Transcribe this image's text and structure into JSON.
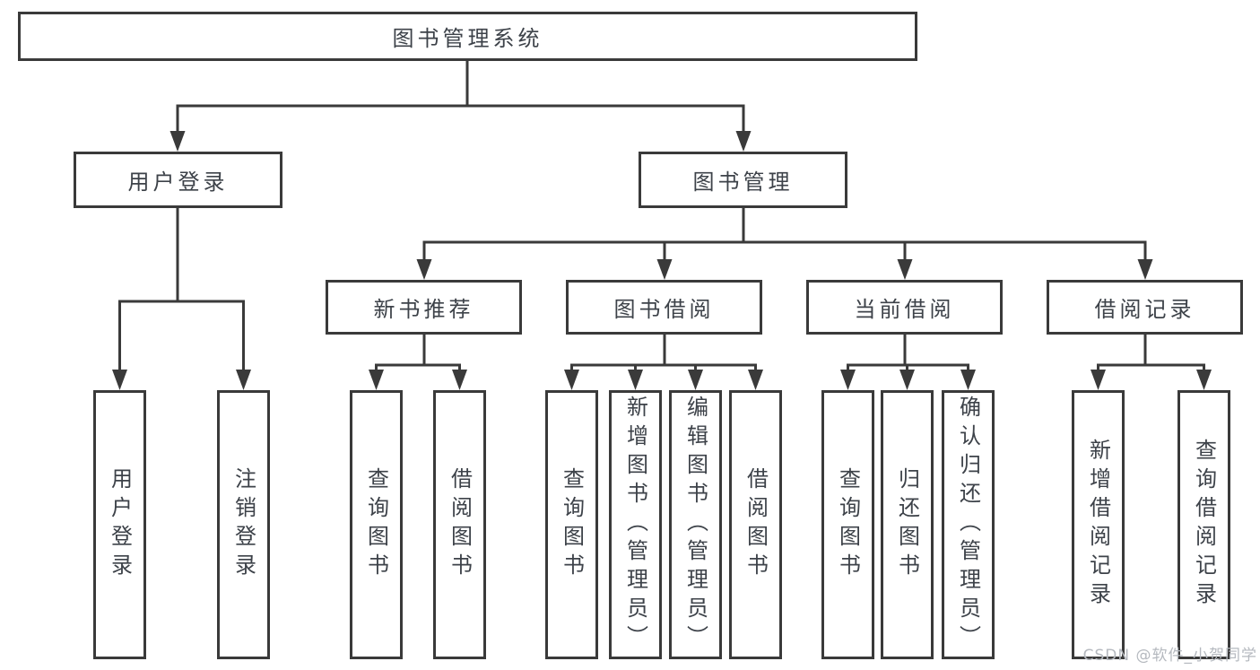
{
  "tree": {
    "label": "图书管理系统",
    "children": [
      {
        "label": "用户登录",
        "children": [
          {
            "label": "用户登录"
          },
          {
            "label": "注销登录"
          }
        ]
      },
      {
        "label": "图书管理",
        "children": [
          {
            "label": "新书推荐",
            "children": [
              {
                "label": "查询图书"
              },
              {
                "label": "借阅图书"
              }
            ]
          },
          {
            "label": "图书借阅",
            "children": [
              {
                "label": "查询图书"
              },
              {
                "label": "新增图书（管理员）"
              },
              {
                "label": "编辑图书（管理员）"
              },
              {
                "label": "借阅图书"
              }
            ]
          },
          {
            "label": "当前借阅",
            "children": [
              {
                "label": "查询图书"
              },
              {
                "label": "归还图书"
              },
              {
                "label": "确认归还（管理员）"
              }
            ]
          },
          {
            "label": "借阅记录",
            "children": [
              {
                "label": "新增借阅记录"
              },
              {
                "label": "查询借阅记录"
              }
            ]
          }
        ]
      }
    ]
  },
  "watermark": {
    "text": "CSDN @软件_小贺同学"
  },
  "colors": {
    "line": "#3a3a3a",
    "box_border": "#3a3a3a",
    "text": "#3d4249",
    "watermark": "#b5b9bf",
    "background": "#ffffff"
  }
}
